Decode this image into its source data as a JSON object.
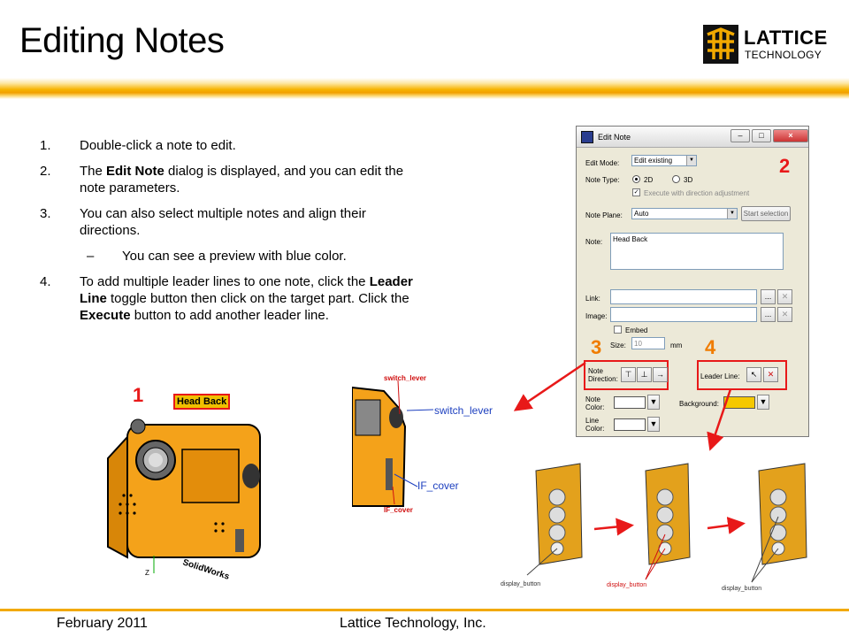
{
  "slide": {
    "title": "Editing Notes",
    "logo": {
      "line1": "LATTICE",
      "line2": "TECHNOLOGY"
    },
    "accent_color": "#f2a900"
  },
  "steps": [
    {
      "num": "1.",
      "parts": [
        {
          "t": "Double-click a note to edit."
        }
      ]
    },
    {
      "num": "2.",
      "parts": [
        {
          "t": "The "
        },
        {
          "t": "Edit Note",
          "b": true
        },
        {
          "t": " dialog is displayed, and you can edit the note parameters."
        }
      ]
    },
    {
      "num": "3.",
      "parts": [
        {
          "t": "You can also select multiple notes and align their directions."
        }
      ]
    },
    {
      "num": "–",
      "sub": true,
      "parts": [
        {
          "t": "You can see a preview with blue color."
        }
      ]
    },
    {
      "num": "4.",
      "parts": [
        {
          "t": "To add multiple leader lines to one note, click the "
        },
        {
          "t": "Leader Line",
          "b": true
        },
        {
          "t": " toggle button then click on the target part. Click the "
        },
        {
          "t": "Execute",
          "b": true
        },
        {
          "t": " button to add another leader line."
        }
      ]
    }
  ],
  "dialog": {
    "title": "Edit Note",
    "edit_mode_label": "Edit Mode:",
    "edit_mode_value": "Edit existing",
    "note_type_label": "Note Type:",
    "type_2d": "2D",
    "type_3d": "3D",
    "execute_adjust": "Execute with direction adjustment",
    "note_plane_label": "Note Plane:",
    "note_plane_value": "Auto",
    "start_selection": "Start selection",
    "note_label": "Note:",
    "note_value": "Head Back",
    "link_label": "Link:",
    "image_label": "Image:",
    "browse": "...",
    "embed_label": "Embed",
    "size_label": "Size:",
    "size_value": "10",
    "size_unit": "mm",
    "note_direction_label": "Note Direction:",
    "leader_line_label": "Leader Line:",
    "note_color_label": "Note Color:",
    "background_label": "Background:",
    "line_color_label": "Line Color:",
    "background_color": "#f5c800"
  },
  "callouts": {
    "n1": "1",
    "n2": "2",
    "n3": "3",
    "n4": "4",
    "head_back": "Head Back",
    "switch_lever_small": "switch_lever",
    "switch_lever_big": "switch_lever",
    "if_cover_big": "IF_cover",
    "if_cover_small": "IF_cover",
    "display_button_1": "display_button",
    "display_button_2": "display_button",
    "display_button_3": "display_button",
    "brand_on_camera": "SolidWorks",
    "axis_z": "Z"
  },
  "footer": {
    "date": "February 2011",
    "company": "Lattice Technology, Inc."
  }
}
